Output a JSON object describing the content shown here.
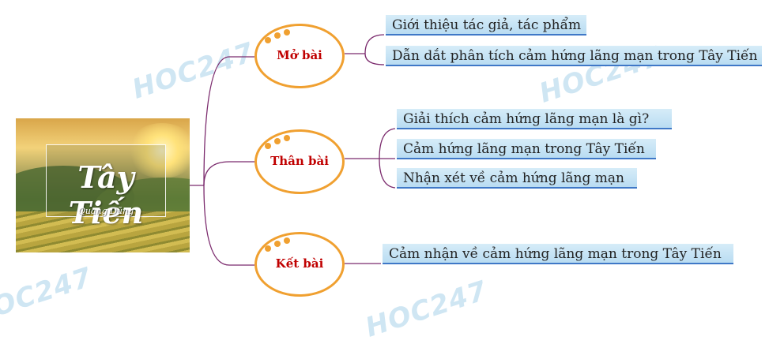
{
  "watermark": "HOC247",
  "cover": {
    "title": "Tây Tiến",
    "author": "Quang Dũng"
  },
  "branches": [
    {
      "label": "Mở bài",
      "items": [
        "Giới thiệu tác giả, tác phẩm",
        "Dẫn dắt phân tích cảm hứng lãng mạn trong Tây Tiến"
      ]
    },
    {
      "label": "Thân bài",
      "items": [
        "Giải thích cảm hứng lãng mạn là gì?",
        "Cảm hứng lãng mạn trong Tây Tiến",
        "Nhận xét về cảm hứng lãng mạn"
      ]
    },
    {
      "label": "Kết bài",
      "items": [
        "Cảm nhận về cảm hứng lãng mạn trong Tây Tiến"
      ]
    }
  ],
  "colors": {
    "connector": "#7b2a6d",
    "node_border": "#f0a030",
    "node_label": "#c00000",
    "leaf_fill": "#c7e3f5",
    "leaf_underline": "#3f78c7"
  }
}
